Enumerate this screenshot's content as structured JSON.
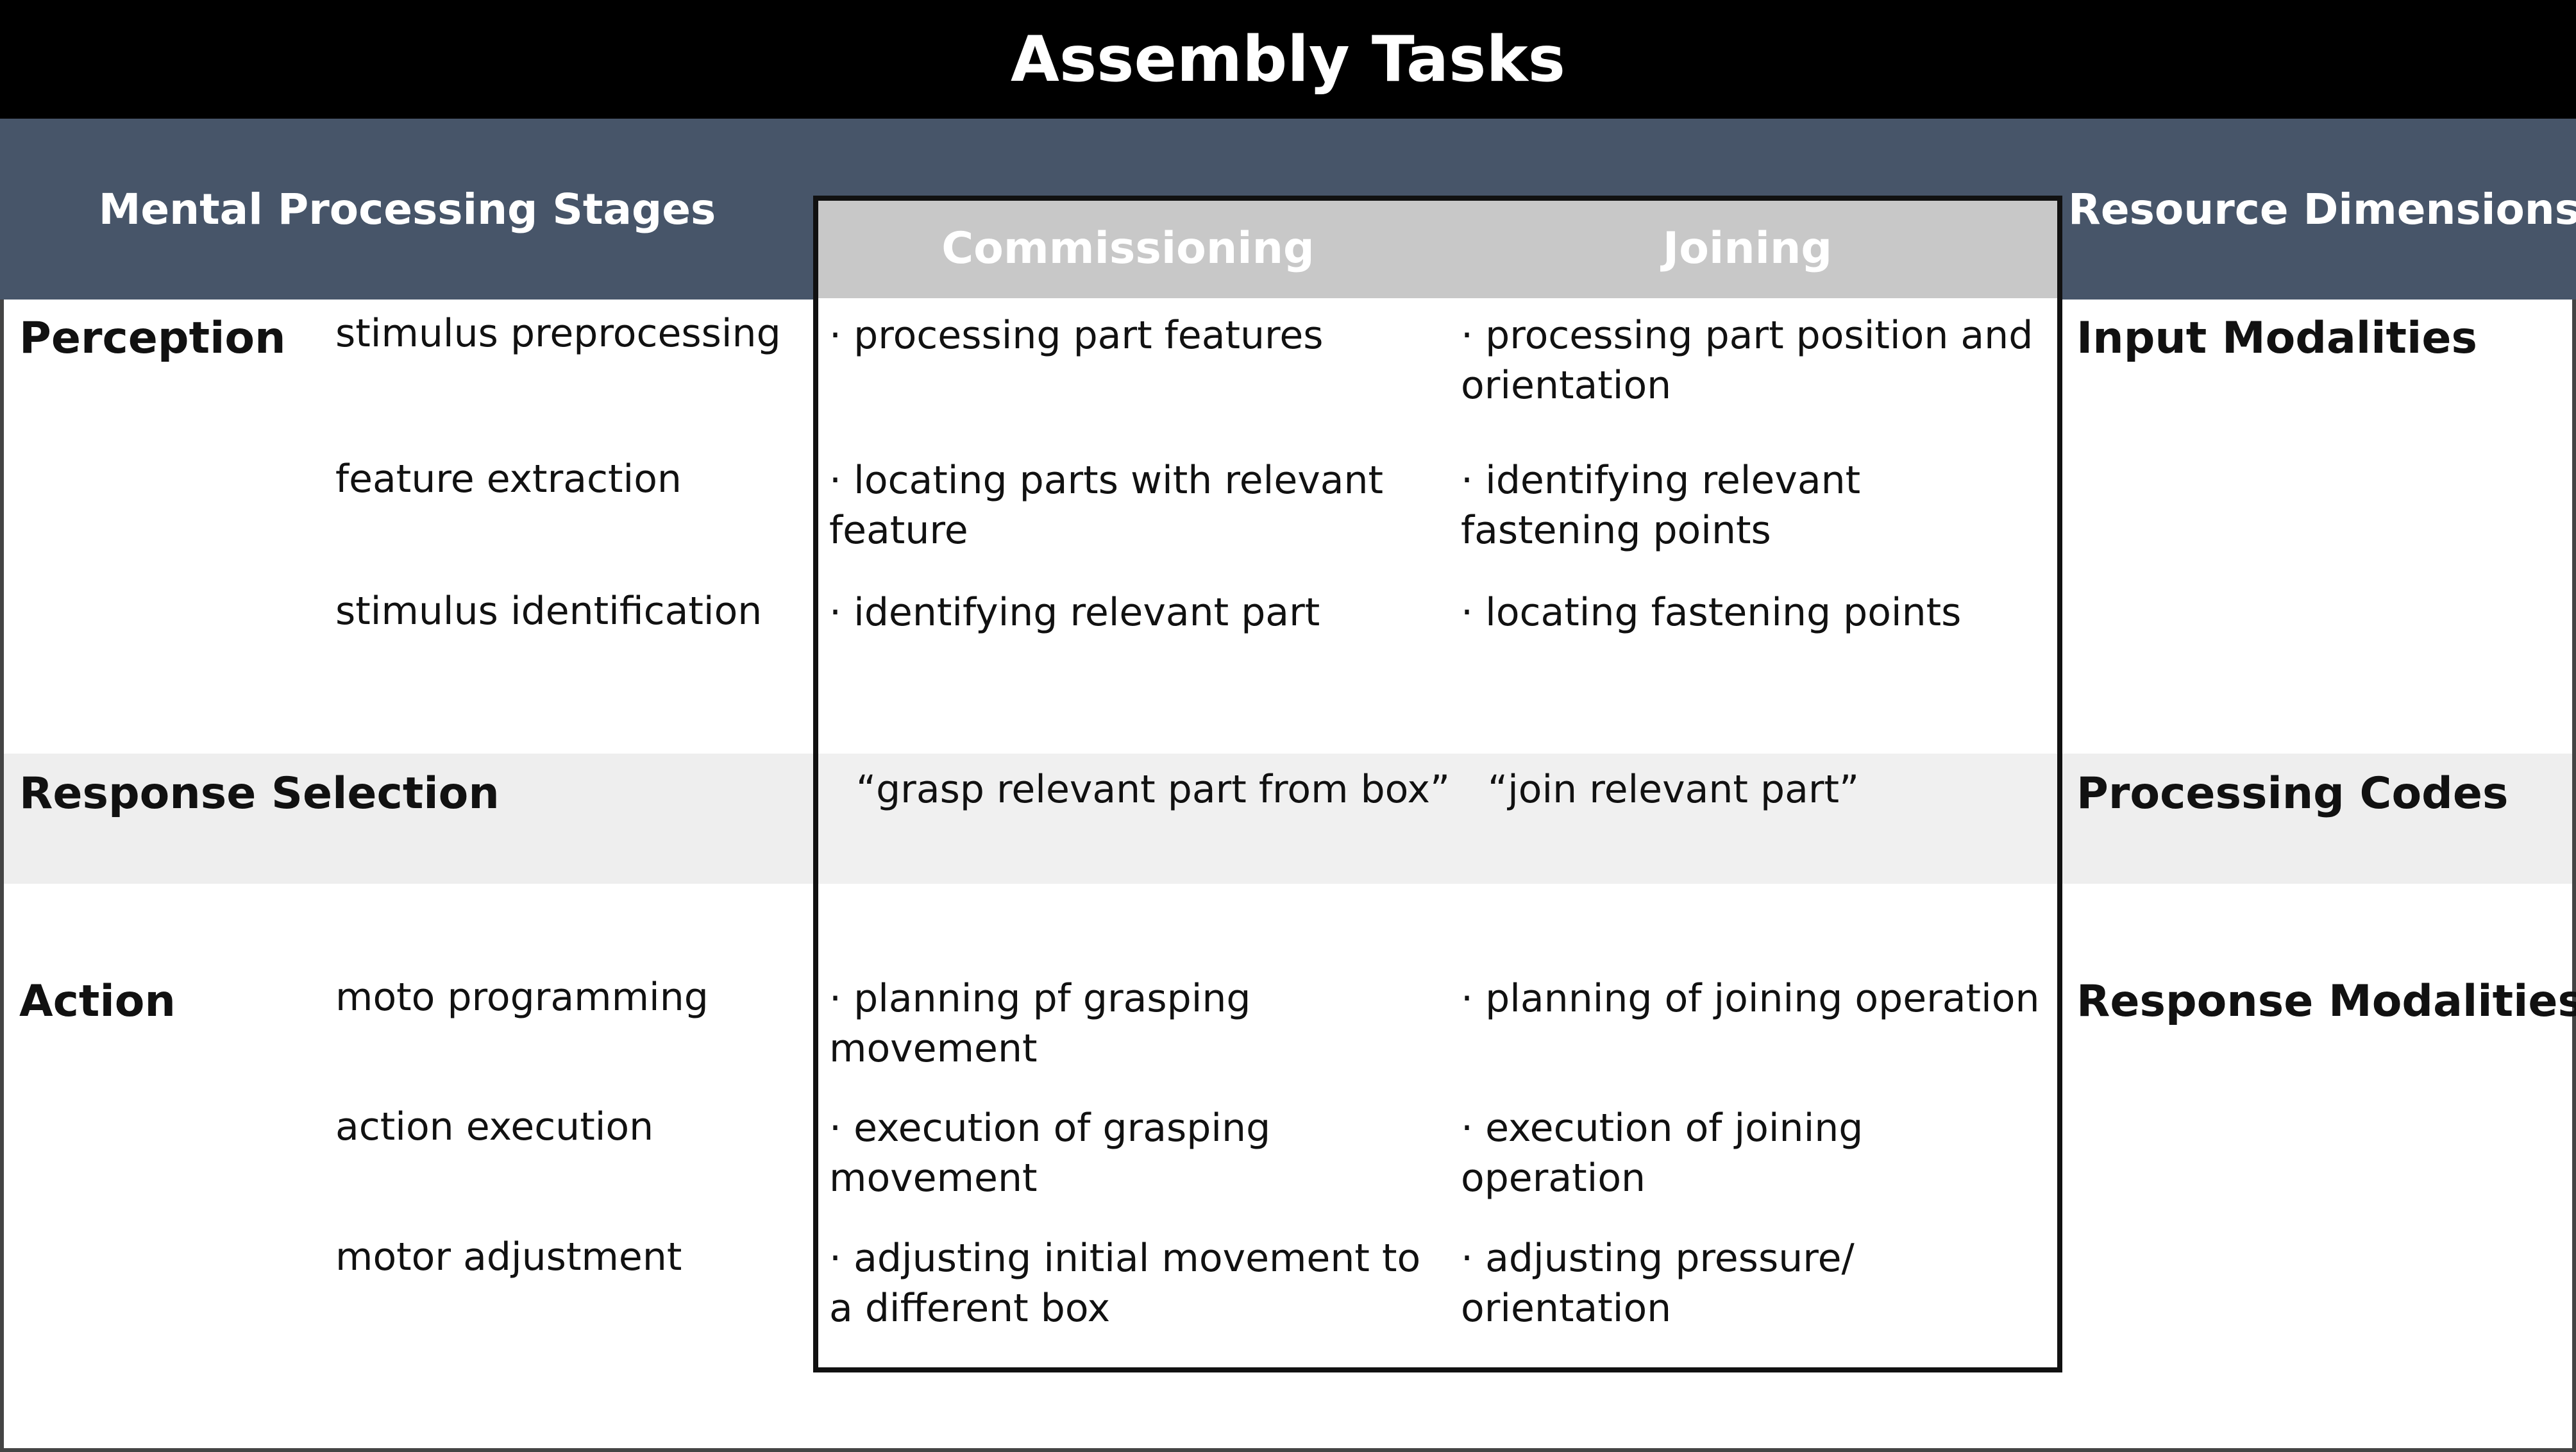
{
  "title": "Assembly Tasks",
  "headers": {
    "left": "Mental Processing Stages",
    "right": "Resource Dimensions",
    "tasks": [
      "Commissioning",
      "Joining"
    ]
  },
  "stages": {
    "perception": {
      "label": "Perception",
      "dimension": "Input Modalities",
      "rows": [
        {
          "sub": "stimulus preprocessing",
          "commissioning": "· processing part features",
          "joining": "· processing part position and orientation"
        },
        {
          "sub": "feature extraction",
          "commissioning": "· locating parts with relevant feature",
          "joining": "· identifying relevant fastening points"
        },
        {
          "sub": "stimulus identification",
          "commissioning": "· identifying relevant part",
          "joining": "· locating fastening points"
        }
      ]
    },
    "response_selection": {
      "label": "Response Selection",
      "dimension": "Processing Codes",
      "commissioning": "“grasp relevant part from box”",
      "joining": "“join relevant part”"
    },
    "action": {
      "label": "Action",
      "dimension": "Response Modalities",
      "rows": [
        {
          "sub": "moto programming",
          "commissioning": "· planning pf grasping movement",
          "joining": "· planning of joining operation"
        },
        {
          "sub": "action execution",
          "commissioning": "· execution of grasping movement",
          "joining": "· execution of joining operation"
        },
        {
          "sub": "motor adjustment",
          "commissioning": "· adjusting initial movement to a different box",
          "joining": "· adjusting pressure/ orientation"
        }
      ]
    }
  }
}
